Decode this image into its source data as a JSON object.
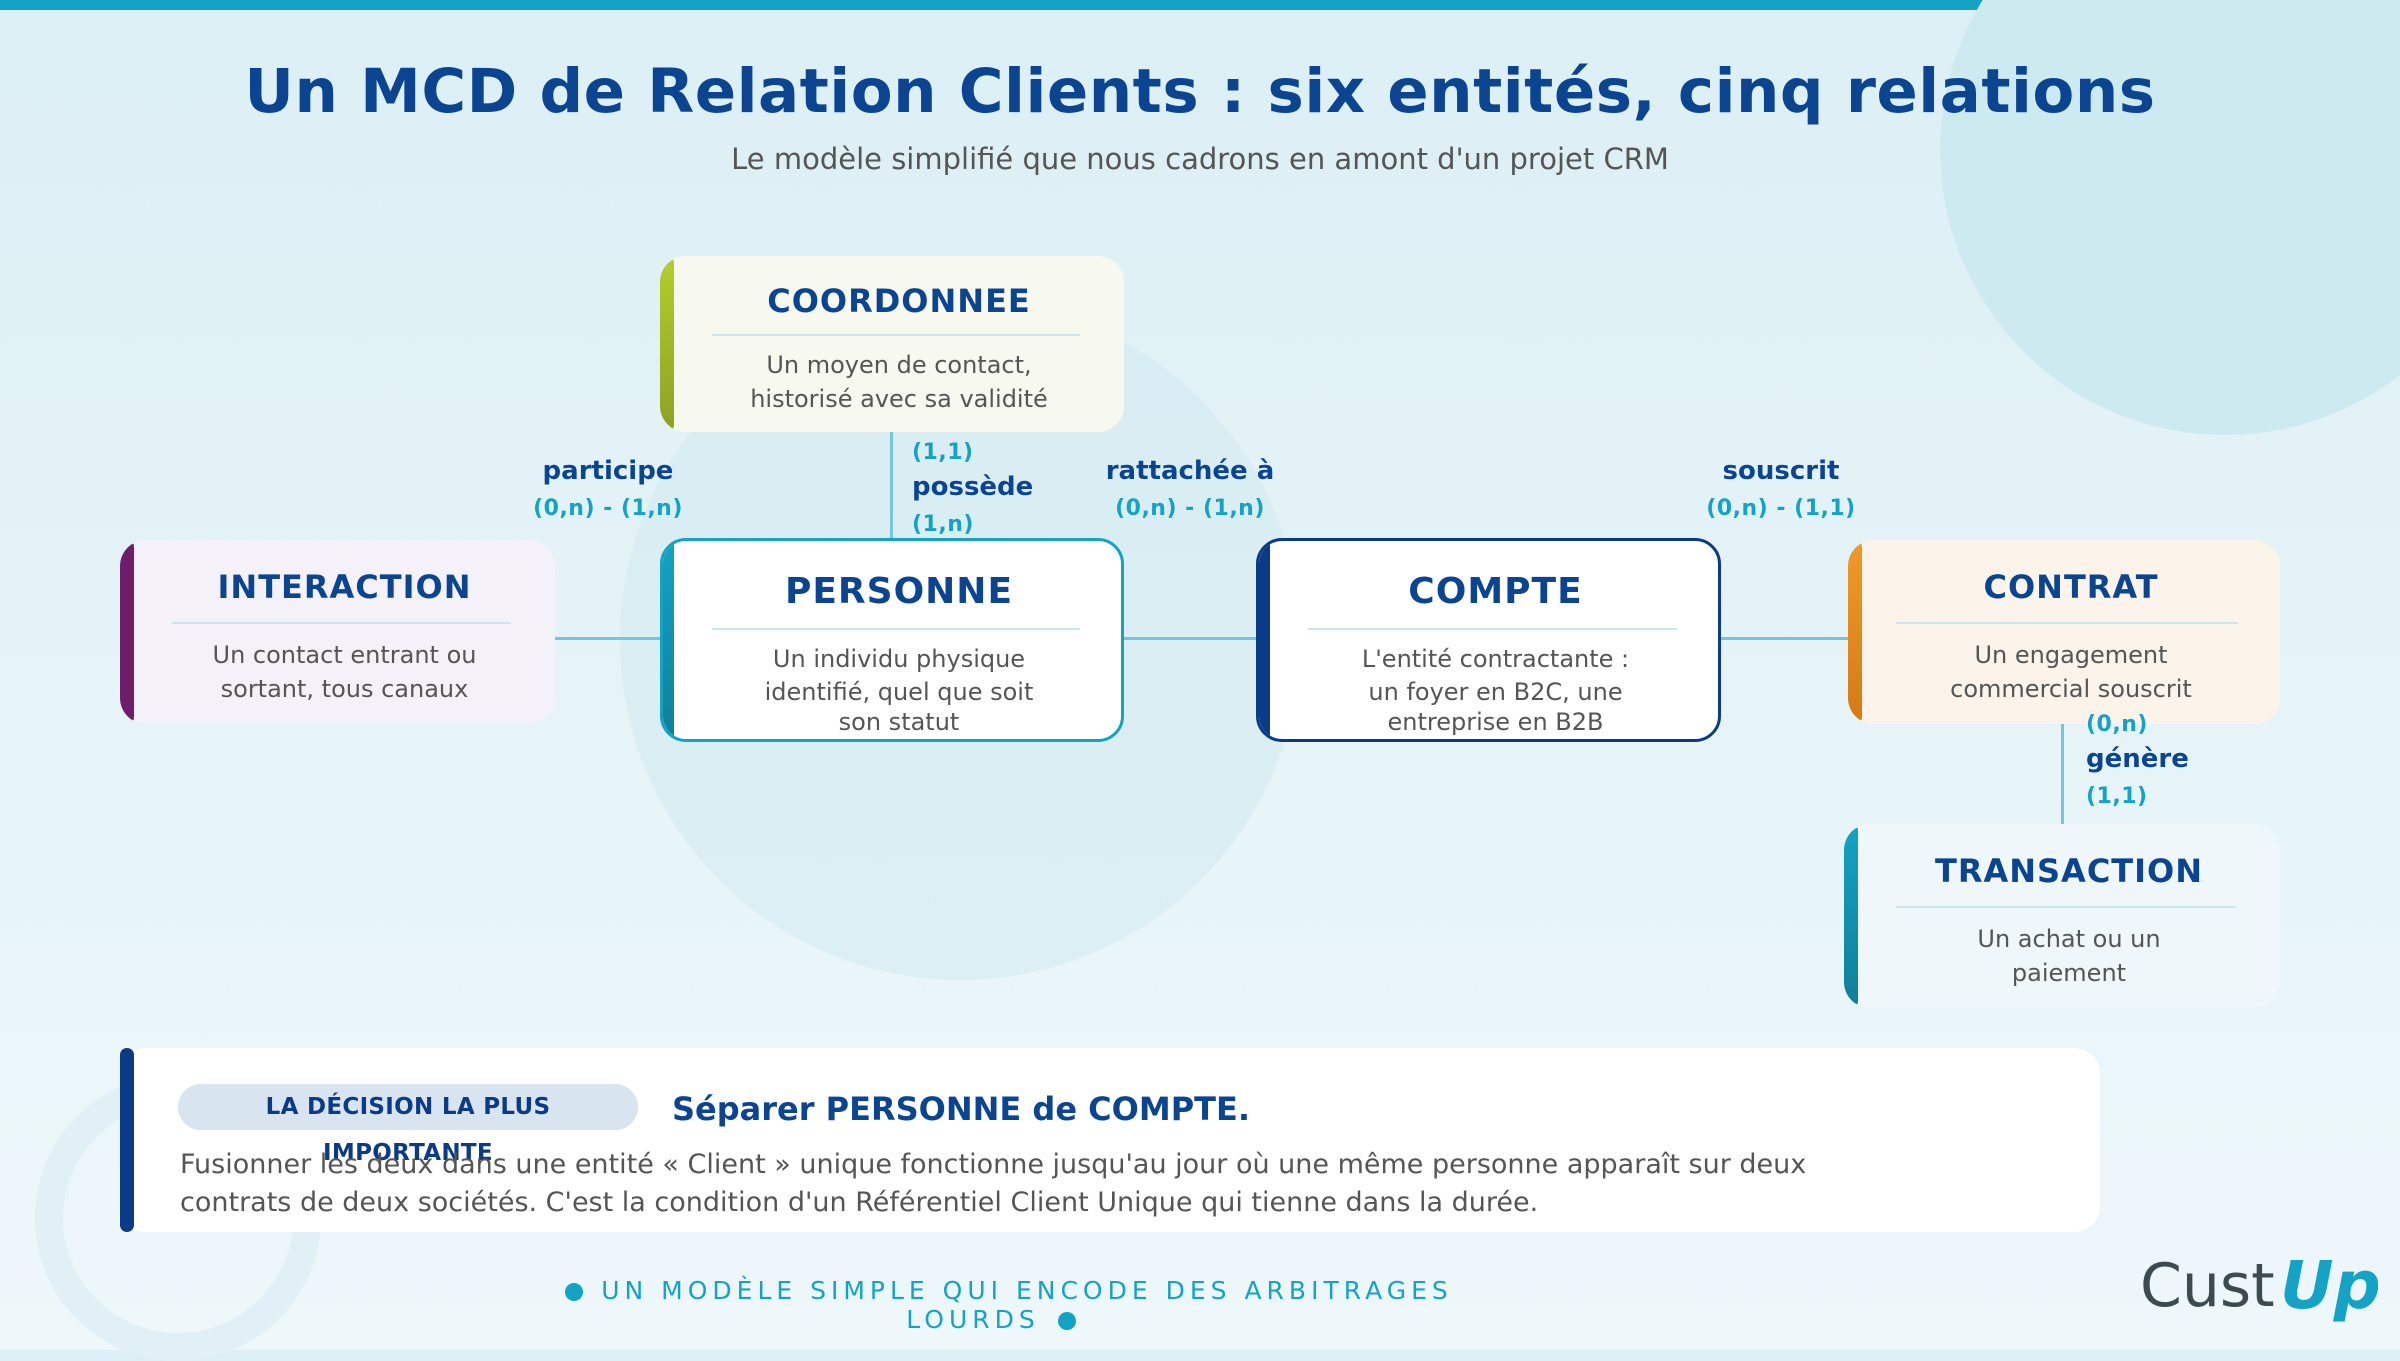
{
  "header": {
    "title": "Un MCD de Relation Clients : six entités, cinq relations",
    "subtitle": "Le modèle simplifié que nous cadrons en amont d'un projet CRM"
  },
  "entities": {
    "coordonnee": {
      "name": "COORDONNEE",
      "desc1": "Un moyen de contact,",
      "desc2": "historisé avec sa validité",
      "color": "#9fc12a"
    },
    "interaction": {
      "name": "INTERACTION",
      "desc1": "Un contact entrant ou",
      "desc2": "sortant, tous canaux",
      "color": "#6f1d6b"
    },
    "personne": {
      "name": "PERSONNE",
      "desc1": "Un individu physique",
      "desc2": "identifié, quel que soit",
      "desc3": "son statut",
      "color": "#14a3c4"
    },
    "compte": {
      "name": "COMPTE",
      "desc1": "L'entité contractante :",
      "desc2": "un foyer en B2C, une",
      "desc3": "entreprise en B2B",
      "color": "#0b3a86"
    },
    "contrat": {
      "name": "CONTRAT",
      "desc1": "Un engagement",
      "desc2": "commercial souscrit",
      "color": "#e8891c"
    },
    "transaction": {
      "name": "TRANSACTION",
      "desc1": "Un achat ou un",
      "desc2": "paiement",
      "color": "#1196b3"
    }
  },
  "relations": {
    "participe": {
      "name": "participe",
      "card": "(0,n) - (1,n)"
    },
    "possede": {
      "name": "possède",
      "card_top": "(1,1)",
      "card_bottom": "(1,n)"
    },
    "rattachee": {
      "name": "rattachée à",
      "card": "(0,n) - (1,n)"
    },
    "souscrit": {
      "name": "souscrit",
      "card": "(0,n) - (1,1)"
    },
    "genere": {
      "name": "génère",
      "card_top": "(0,n)",
      "card_bottom": "(1,1)"
    }
  },
  "decision": {
    "tag": "LA DÉCISION LA PLUS IMPORTANTE",
    "headline": "Séparer PERSONNE de COMPTE.",
    "line1": "Fusionner les deux dans une entité « Client » unique fonctionne jusqu'au jour où une même personne apparaît sur deux",
    "line2": "contrats de deux sociétés. C'est la condition d'un Référentiel Client Unique qui tienne dans la durée."
  },
  "footer": {
    "text": "UN MODÈLE SIMPLE QUI ENCODE DES ARBITRAGES LOURDS"
  },
  "logo": {
    "text_dark": "Cust",
    "text_accent": "Up",
    "color_dark": "#3d4a4f",
    "color_accent": "#14a3c4"
  }
}
